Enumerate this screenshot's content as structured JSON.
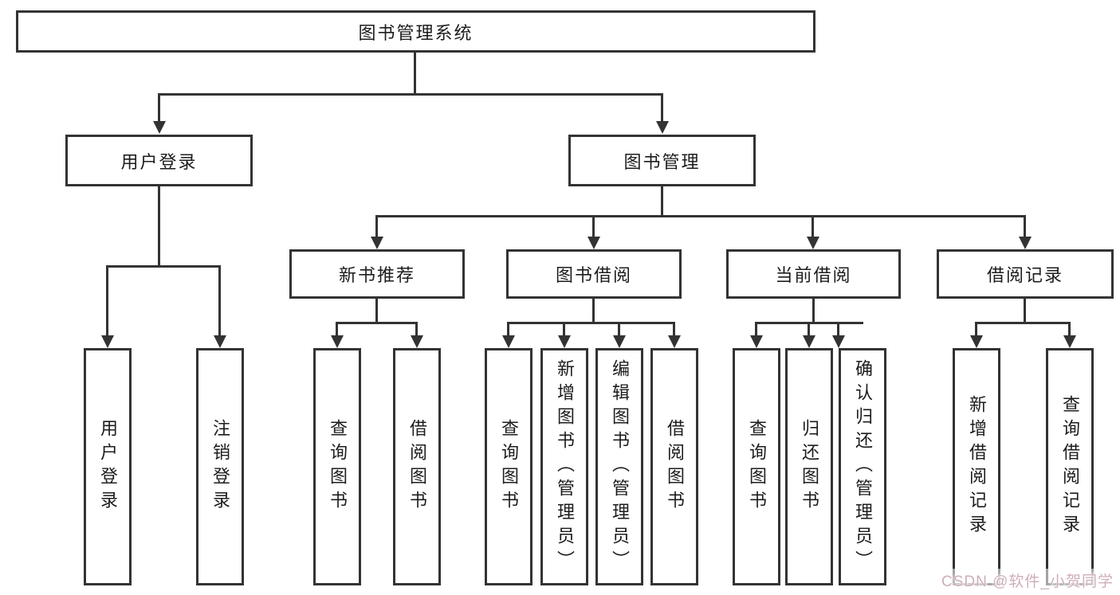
{
  "tree": {
    "root": {
      "label": "图书管理系统",
      "children": [
        {
          "label": "用户登录",
          "children": [
            {
              "label": "用户登录"
            },
            {
              "label": "注销登录"
            }
          ]
        },
        {
          "label": "图书管理",
          "children": [
            {
              "label": "新书推荐",
              "children": [
                {
                  "label": "查询图书"
                },
                {
                  "label": "借阅图书"
                }
              ]
            },
            {
              "label": "图书借阅",
              "children": [
                {
                  "label": "查询图书"
                },
                {
                  "label": "新增图书（管理员）"
                },
                {
                  "label": "编辑图书（管理员）"
                },
                {
                  "label": "借阅图书"
                }
              ]
            },
            {
              "label": "当前借阅",
              "children": [
                {
                  "label": "查询图书"
                },
                {
                  "label": "归还图书"
                },
                {
                  "label": "确认归还（管理员）"
                }
              ]
            },
            {
              "label": "借阅记录",
              "children": [
                {
                  "label": "新增借阅记录"
                },
                {
                  "label": "查询借阅记录"
                }
              ]
            }
          ]
        }
      ]
    },
    "colors": {
      "line": "#333333",
      "text": "#1c1c1c",
      "background": "#ffffff",
      "watermark": "#cfaeb8"
    }
  },
  "watermark": {
    "text": "CSDN @软件_小贺同学"
  }
}
